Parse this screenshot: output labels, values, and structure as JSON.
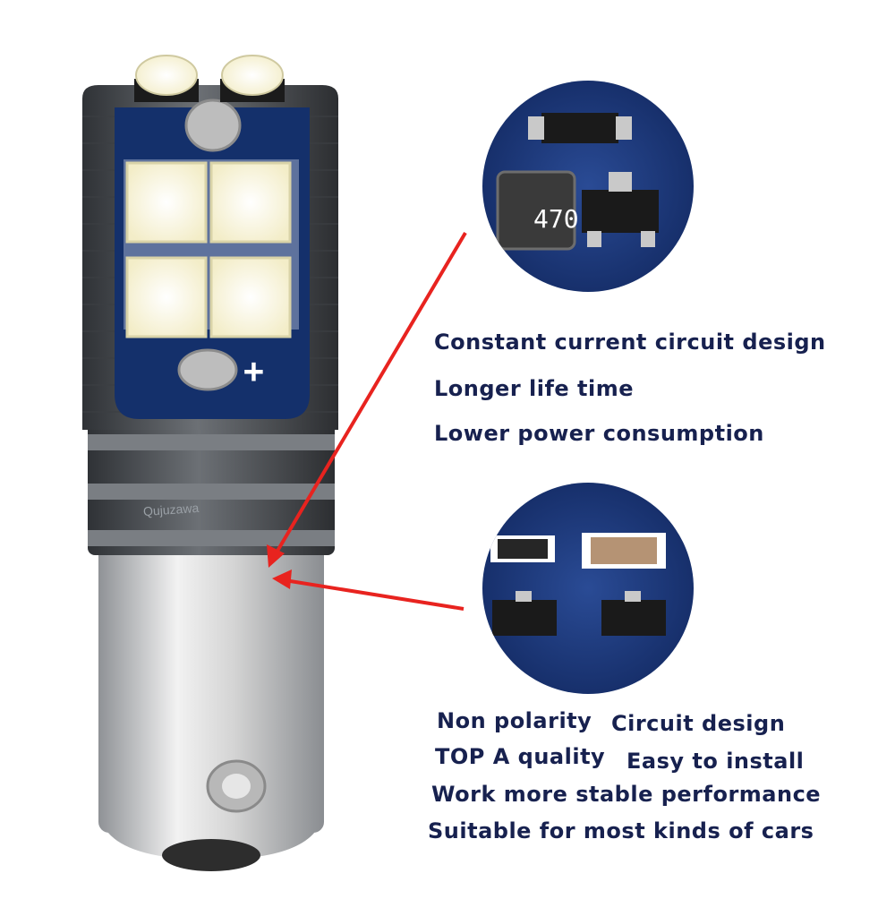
{
  "product": {
    "watermark": "Qujuzawa",
    "polarity_mark": "+"
  },
  "detail_top": {
    "component_marking": "470"
  },
  "features_top": [
    "Constant current circuit design",
    "Longer life time",
    "Lower power consumption"
  ],
  "features_bottom": [
    "Non polarity",
    "Circuit design",
    "TOP A quality",
    "Easy to install",
    "Work more stable performance",
    "Suitable for most kinds of cars"
  ],
  "colors": {
    "text": "#17214f",
    "circuit_board": "#1f3a7a",
    "arrow": "#e8231f",
    "led_chip": "#fffbe8",
    "metal": "#c9c9c9",
    "heatsink": "#4a4d52"
  }
}
